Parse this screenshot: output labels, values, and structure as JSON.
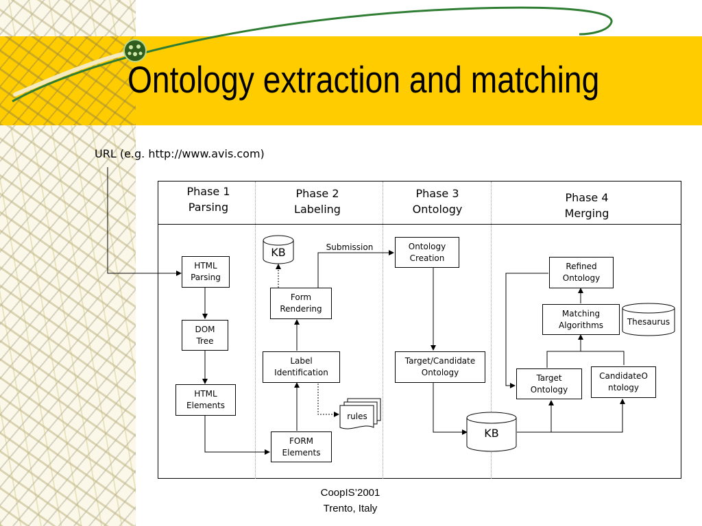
{
  "slide": {
    "title": "Ontology extraction and matching",
    "url_label": "URL (e.g. http://www.avis.com)"
  },
  "phases": [
    {
      "line1": "Phase 1",
      "line2": "Parsing"
    },
    {
      "line1": "Phase 2",
      "line2": "Labeling"
    },
    {
      "line1": "Phase 3",
      "line2": "Ontology"
    },
    {
      "line1": "Phase 4",
      "line2": "Merging"
    }
  ],
  "nodes": {
    "html_parsing": [
      "HTML",
      "Parsing"
    ],
    "dom_tree": [
      "DOM",
      "Tree"
    ],
    "html_elements": [
      "HTML",
      "Elements"
    ],
    "kb_small": "KB",
    "form_rendering": [
      "Form",
      "Rendering"
    ],
    "label_identification": [
      "Label",
      "Identification"
    ],
    "form_elements": [
      "FORM",
      "Elements"
    ],
    "rules": "rules",
    "ontology_creation": [
      "Ontology",
      "Creation"
    ],
    "target_candidate": [
      "Target/Candidate",
      "Ontology"
    ],
    "kb_large": "KB",
    "refined": [
      "Refined",
      "Ontology"
    ],
    "matching": [
      "Matching",
      "Algorithms"
    ],
    "thesaurus": "Thesaurus",
    "target_ontology": [
      "Target",
      "Ontology"
    ],
    "candidate_ontology": [
      "CandidateO",
      "ntology"
    ]
  },
  "edge_labels": {
    "submission": "Submission"
  },
  "footer": {
    "line1": "CoopIS’2001",
    "line2": "Trento, Italy"
  },
  "colors": {
    "title_band": "#ffcc00",
    "swoosh": "#2e7d32",
    "frame": "#000000"
  }
}
